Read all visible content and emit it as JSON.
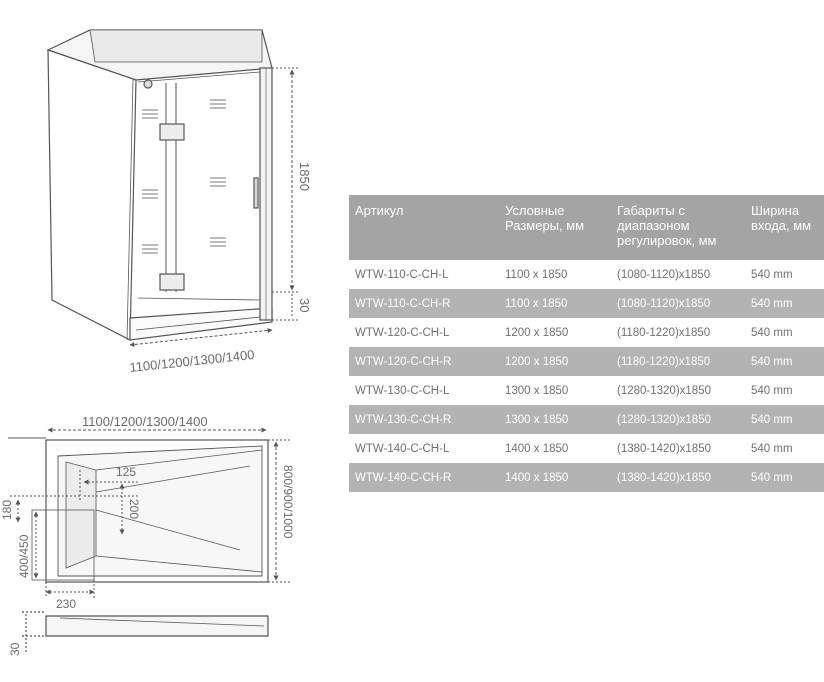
{
  "drawing": {
    "top_view": {
      "height_dim": "1850",
      "base_dim": "30",
      "width_dim": "1100/1200/1300/1400"
    },
    "tray_plan": {
      "width_dim": "1100/1200/1300/1400",
      "depth_dim": "800/900/1000",
      "dim_125": "125",
      "dim_200": "200",
      "dim_180": "180",
      "dim_400_450": "400/450",
      "dim_230": "230"
    },
    "tray_side": {
      "height_dim": "30"
    }
  },
  "table": {
    "headers": [
      "Артикул",
      "Условные Размеры, мм",
      "Габариты с диапазоном регулировок, мм",
      "Ширина входа, мм"
    ],
    "rows": [
      [
        "WTW-110-C-CH-L",
        "1100 x 1850",
        "(1080-1120)x1850",
        "540 mm"
      ],
      [
        "WTW-110-C-CH-R",
        "1100 x 1850",
        "(1080-1120)x1850",
        "540 mm"
      ],
      [
        "WTW-120-C-CH-L",
        "1200 x 1850",
        "(1180-1220)x1850",
        "540 mm"
      ],
      [
        "WTW-120-C-CH-R",
        "1200 x 1850",
        "(1180-1220)x1850",
        "540 mm"
      ],
      [
        "WTW-130-C-CH-L",
        "1300 x 1850",
        "(1280-1320)x1850",
        "540 mm"
      ],
      [
        "WTW-130-C-CH-R",
        "1300 x 1850",
        "(1280-1320)x1850",
        "540 mm"
      ],
      [
        "WTW-140-C-CH-L",
        "1400 x 1850",
        "(1380-1420)x1850",
        "540 mm"
      ],
      [
        "WTW-140-C-CH-R",
        "1400 x 1850",
        "(1380-1420)x1850",
        "540 mm"
      ]
    ]
  }
}
